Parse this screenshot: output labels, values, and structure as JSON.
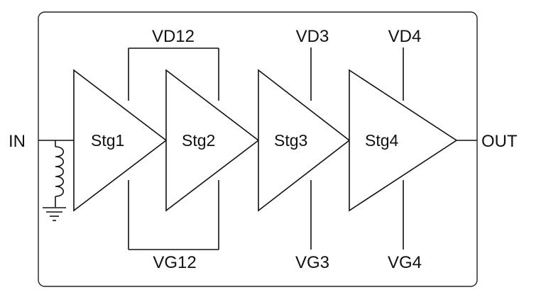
{
  "diagram": {
    "ports": {
      "input": "IN",
      "output": "OUT"
    },
    "stages": [
      "Stg1",
      "Stg2",
      "Stg3",
      "Stg4"
    ],
    "bias": {
      "drain_12": "VD12",
      "gate_12": "VG12",
      "drain_3": "VD3",
      "gate_3": "VG3",
      "drain_4": "VD4",
      "gate_4": "VG4"
    }
  }
}
